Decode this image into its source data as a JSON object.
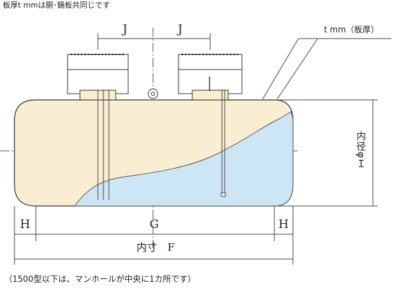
{
  "notes": {
    "top": "板厚t mmは胴･鏡板共同じです",
    "bottom": "（1500型以下は、マンホールが中央に1カ所です）"
  },
  "dimensions": {
    "j_left": "J",
    "j_right": "J",
    "thickness": "t mm（板厚）",
    "inner_diameter": "内径φＩ",
    "h_left": "H",
    "g": "G",
    "h_right": "H",
    "inner_length": "内寸　F"
  },
  "colors": {
    "tank_fill": "#faeed2",
    "liquid_fill": "#cde6f6",
    "outline": "#333333",
    "dimension_line": "#444444"
  }
}
